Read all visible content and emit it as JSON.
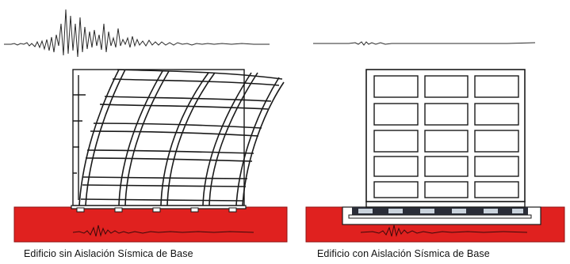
{
  "captions": {
    "left": "Edificio sin Aislación Sísmica de Base",
    "right": "Edificio con Aislación Sísmica de Base"
  },
  "colors": {
    "ground": "#e0211f",
    "ground_edge": "#8f1313",
    "frame_fill": "#ffffff",
    "frame_stroke": "#1a1a1a",
    "isolator_dark": "#2a2d38",
    "isolator_light": "#c9d2dc",
    "wave": "#2a2a2a"
  },
  "panels": [
    {
      "id": "left",
      "isolated": false,
      "frame_rows": 5,
      "frame_cols": 4
    },
    {
      "id": "right",
      "isolated": true,
      "frame_rows": 5,
      "frame_cols": 3
    }
  ]
}
